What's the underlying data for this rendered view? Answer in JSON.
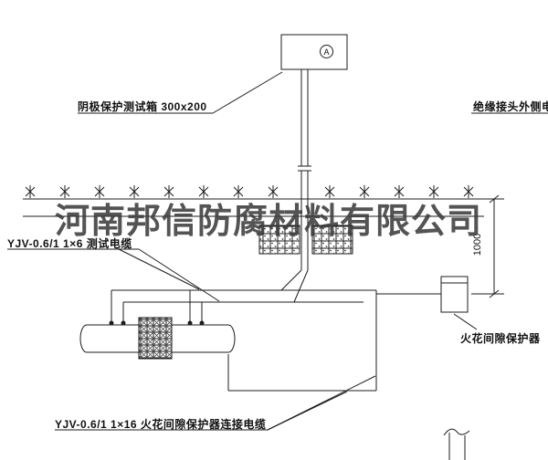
{
  "drawing": {
    "callouts": {
      "test_box": "阴极保护测试箱 300x200",
      "insulated_joint_outer_cable": "绝缘接头外侧电缆",
      "test_cable": "YJV-0.6/1 1×6  测试电缆",
      "protector_cable": "YJV-0.6/1 1×16  火花间隙保护器连接电缆",
      "spark_gap_protector": "火花间隙保护器"
    },
    "symbols": {
      "meter": "A"
    },
    "dimensions": {
      "depth": "1000"
    },
    "watermark": "河南邦信防腐材料有限公司",
    "colors": {
      "line": "#1c1c1c",
      "background": "#ffffff",
      "watermark": "#3d3d3d"
    }
  }
}
